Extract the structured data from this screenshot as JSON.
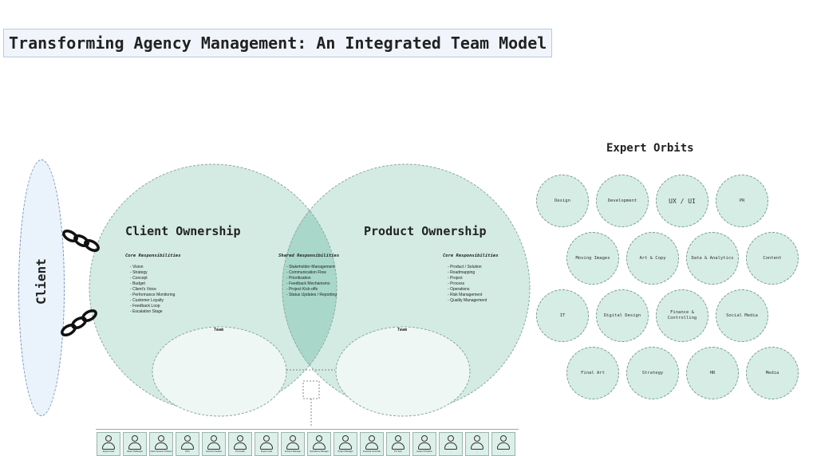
{
  "title": "Transforming Agency Management: An Integrated Team Model",
  "client": {
    "label": "Client"
  },
  "client_ownership": {
    "title": "Client Ownership",
    "core_heading": "Core Responsibilities",
    "items": [
      "Vision",
      "Strategy",
      "Concept",
      "Budget",
      "Client's Voice",
      "Performance Monitoring",
      "Customer Loyalty",
      "Feedback Loop",
      "Escalation Stage"
    ],
    "team_label": "Team"
  },
  "shared": {
    "heading": "Shared Responsibilities",
    "items": [
      "Stakeholder-Management",
      "Communication Flow",
      "Prioritization",
      "Feedback Mechanisms",
      "Project Kick-offs",
      "Status Updates / Reporting"
    ]
  },
  "product_ownership": {
    "title": "Product Ownership",
    "core_heading": "Core Responsibilities",
    "items": [
      "Product / Solution",
      "Roadmapping",
      "Project",
      "Process",
      "Operations",
      "Risk Management",
      "Quality Management"
    ],
    "team_label": "Team"
  },
  "expert_orbits": {
    "title": "Expert Orbits",
    "rows": [
      [
        "Design",
        "Development",
        "UX / UI",
        "PR"
      ],
      [
        "Moving Images",
        "Art & Copy",
        "Data & Analytics",
        "Content"
      ],
      [
        "IT",
        "Digital Design",
        "Finance & Controlling",
        "Social Media"
      ],
      [
        "Final Art",
        "Strategy",
        "HR",
        "Media"
      ]
    ]
  },
  "team_members": [
    "Expert Lead",
    "Head Challenges",
    "Client Service Producer",
    "PR II",
    "Account Creative",
    "PC Health",
    "Expert Lead",
    "Account Manager",
    "Operations Manager",
    "Project Manager",
    "Financial Controller",
    "PC Tech",
    "Head of Projects",
    "...",
    "...",
    "..."
  ],
  "colors": {
    "venn_fill": "#d3ebe3",
    "overlap_fill": "#a9d8ca",
    "team_fill": "#eef7f3",
    "client_fill": "#eaf2fc"
  }
}
